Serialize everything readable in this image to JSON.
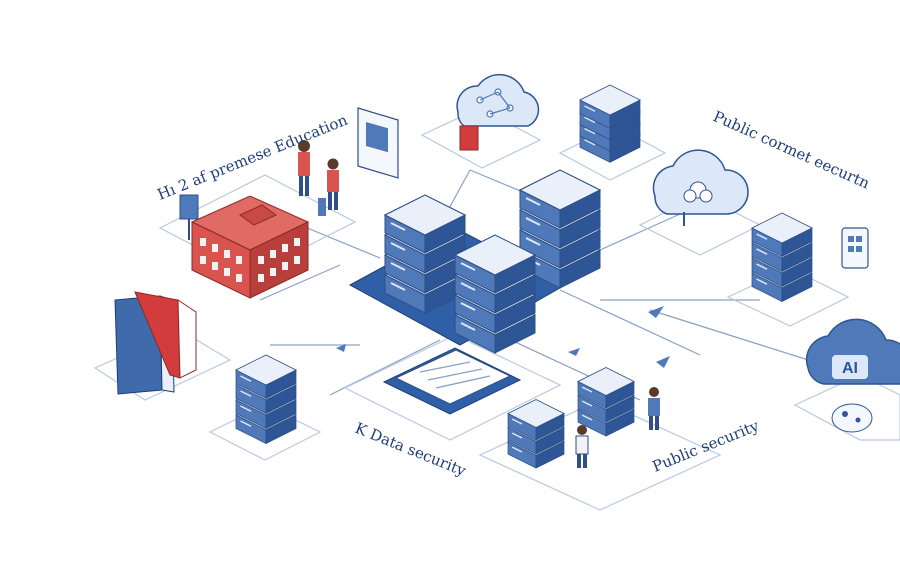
{
  "labels": {
    "education": "Hı 2 af premese Education",
    "public_cloud": "Public cormet eecurtn",
    "data_security": "K Data security",
    "public_security": "Public security",
    "ai_badge": "AI"
  },
  "colors": {
    "server_blue": "#4f79b8",
    "server_dark": "#2e5596",
    "platform_navy": "#2f5fa6",
    "school_red": "#d9534f",
    "book_red": "#d23c3c",
    "cloud_light": "#dce8f7",
    "line": "#7d95bd",
    "label_text": "#1f3e78"
  },
  "icons": [
    "school-building-icon",
    "people-icon",
    "books-icon",
    "document-icon",
    "cloud-network-icon",
    "cloud-tree-icon",
    "cloud-ai-icon",
    "server-rack-icon",
    "tablet-icon",
    "globe-icon"
  ]
}
